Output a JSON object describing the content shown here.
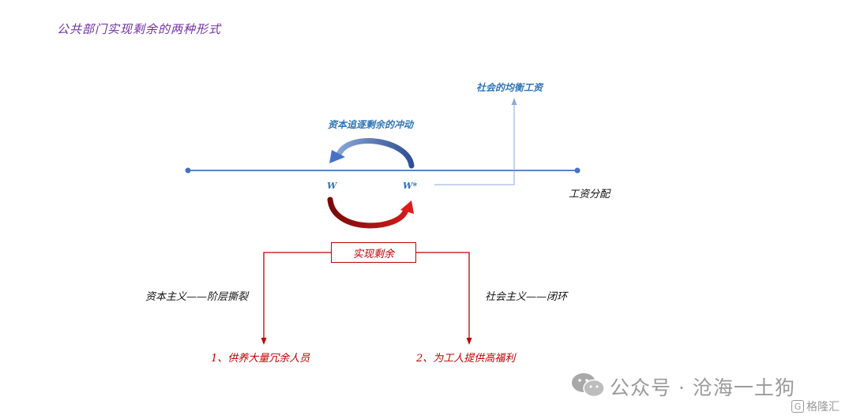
{
  "title": "公共部门实现剩余的两种形式",
  "labels": {
    "balance_wage": "社会的均衡工资",
    "capital_drive": "资本追逐剩余的冲动",
    "w": "W",
    "w_star": "W*",
    "wage_distribution": "工资分配",
    "realize_surplus": "实现剩余",
    "capitalism": "资本主义——阶层撕裂",
    "socialism": "社会主义——闭环",
    "outcome_1": "1、供养大量冗余人员",
    "outcome_2": "2、为工人提供高福利"
  },
  "watermark": {
    "text": "公众号 · 沧海一土狗",
    "icon": "wechat-icon",
    "logo_text": "格隆汇",
    "logo_mark": "G"
  },
  "colors": {
    "title": "#7030a0",
    "axis": "#4472c4",
    "blue_label": "#2e75b6",
    "red": "#c00000",
    "gray": "#9a9a9a"
  }
}
